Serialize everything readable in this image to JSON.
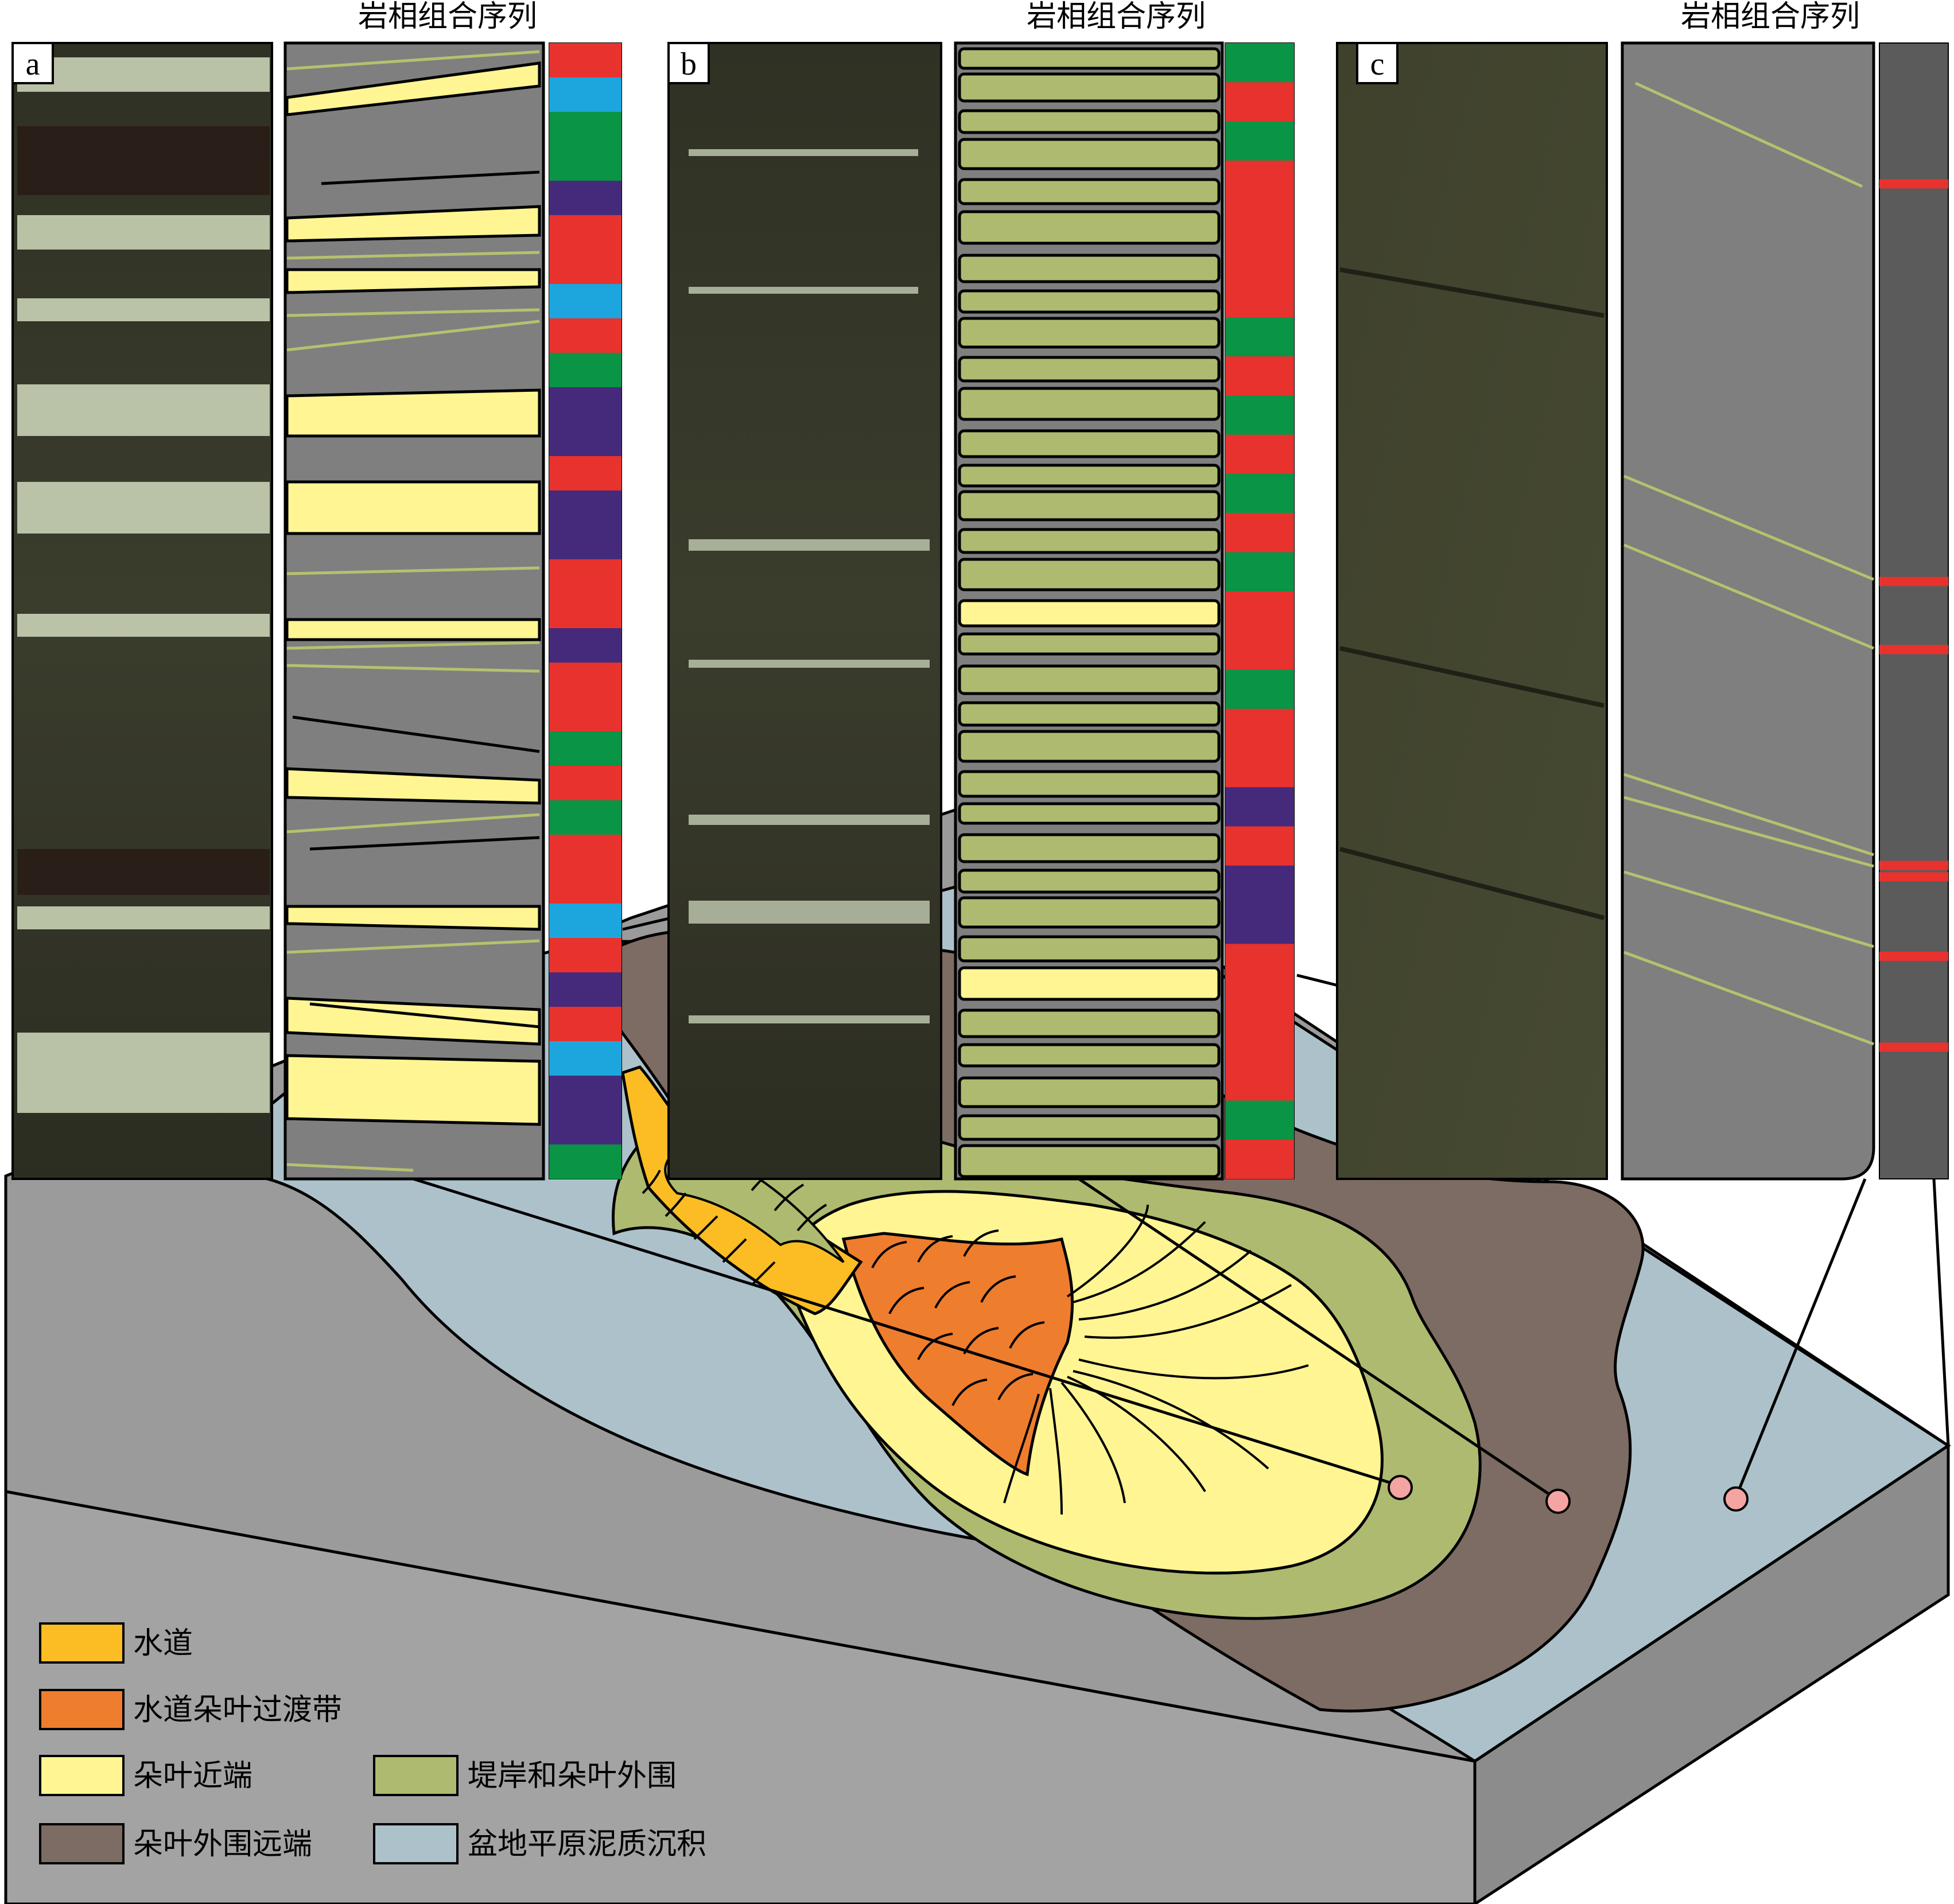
{
  "header": {
    "title_a": "岩相组合序列",
    "title_b": "岩相组合序列",
    "title_c": "岩相组合序列"
  },
  "panels": {
    "a": "a",
    "b": "b",
    "c": "c"
  },
  "legend": {
    "channel": "水道",
    "transition": "水道朵叶过渡带",
    "proximal_lobe": "朵叶近端",
    "levee_fringe": "堤岸和朵叶外围",
    "distal_fringe": "朵叶外围远端",
    "basin_plain": "盆地平原泥质沉积"
  },
  "colors": {
    "channel": "#fbbd23",
    "transition": "#ef7d2e",
    "proximal_lobe": "#fff593",
    "levee_fringe": "#aeba6f",
    "distal_fringe": "#7d6c63",
    "basin_plain": "#adc1ca",
    "shale": "#7f7f7f",
    "ribbon_red": "#e8322e",
    "ribbon_green": "#0a9445",
    "ribbon_blue": "#1ca6dd",
    "ribbon_purple": "#452a7c"
  },
  "ribbons": {
    "a": [
      "red",
      "blue",
      "green",
      "green",
      "purple",
      "red",
      "red",
      "blue",
      "red",
      "green",
      "purple",
      "purple",
      "red",
      "purple",
      "purple",
      "red",
      "red",
      "purple",
      "red",
      "red",
      "green",
      "red",
      "green",
      "red",
      "red",
      "blue",
      "red",
      "purple",
      "red",
      "blue",
      "purple",
      "purple",
      "green"
    ],
    "b": [
      "green",
      "red",
      "green",
      "red",
      "red",
      "red",
      "red",
      "green",
      "red",
      "green",
      "red",
      "green",
      "red",
      "green",
      "red",
      "red",
      "green",
      "red",
      "red",
      "purple",
      "red",
      "purple",
      "purple",
      "red",
      "red",
      "red",
      "red",
      "green",
      "red"
    ],
    "c": [
      0.12,
      0.47,
      0.53,
      0.72,
      0.73,
      0.8,
      0.88
    ]
  },
  "pins": [
    {
      "name": "well-a-pin",
      "target": "a"
    },
    {
      "name": "well-b-pin",
      "target": "b"
    },
    {
      "name": "well-c-pin",
      "target": "c"
    }
  ]
}
